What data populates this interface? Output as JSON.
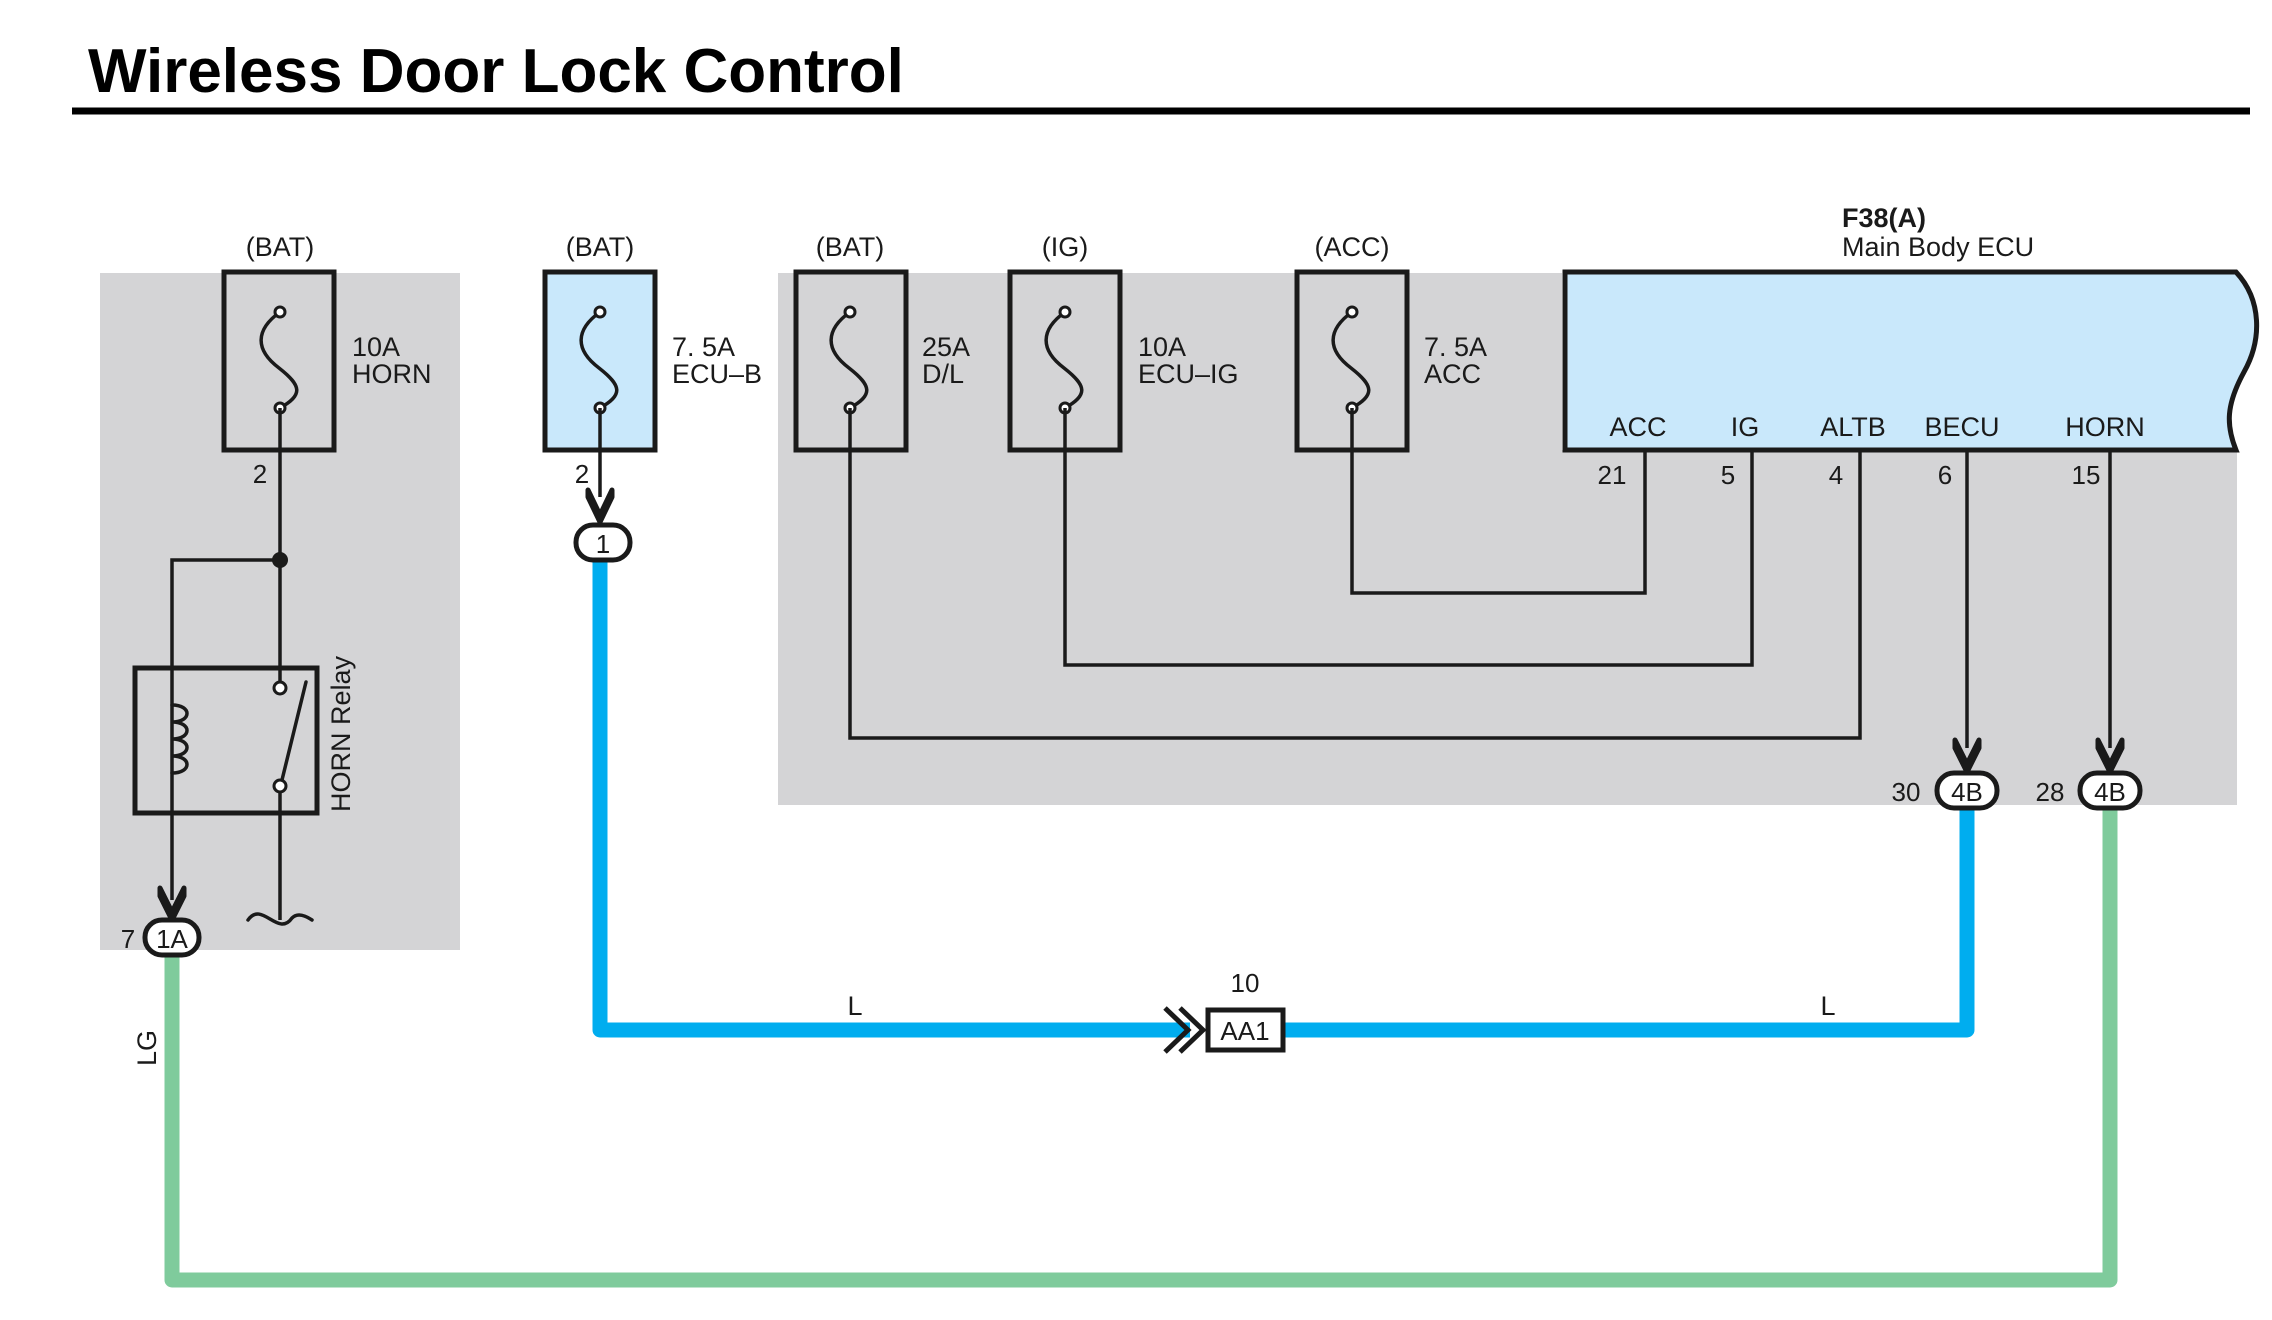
{
  "title": "Wireless Door Lock Control",
  "colors": {
    "shade": "#d4d4d6",
    "ecu_fill": "#c9e8fb",
    "wire_blue": "#00adef",
    "wire_green": "#7fcb9c",
    "line": "#1a1a1a"
  },
  "fuses": [
    {
      "source": "(BAT)",
      "rating": "10A",
      "name": "HORN",
      "pin": "2"
    },
    {
      "source": "(BAT)",
      "rating": "7. 5A",
      "name": "ECU–B",
      "pin": "2"
    },
    {
      "source": "(BAT)",
      "rating": "25A",
      "name": "D/L",
      "pin": ""
    },
    {
      "source": "(IG)",
      "rating": "10A",
      "name": "ECU–IG",
      "pin": ""
    },
    {
      "source": "(ACC)",
      "rating": "7. 5A",
      "name": "ACC",
      "pin": ""
    }
  ],
  "relay": {
    "name": "HORN Relay"
  },
  "ecu": {
    "code": "F38(A)",
    "name": "Main Body ECU",
    "terminals": [
      {
        "name": "ACC",
        "pin": "21"
      },
      {
        "name": "IG",
        "pin": "5"
      },
      {
        "name": "ALTB",
        "pin": "4"
      },
      {
        "name": "BECU",
        "pin": "6"
      },
      {
        "name": "HORN",
        "pin": "15"
      }
    ]
  },
  "connectors": {
    "c1": {
      "label": "1",
      "pin": ""
    },
    "c1a": {
      "label": "1A",
      "pin": "7"
    },
    "c4b_becu": {
      "label": "4B",
      "pin": "30"
    },
    "c4b_horn": {
      "label": "4B",
      "pin": "28"
    },
    "aa1": {
      "label": "AA1",
      "pin": "10"
    }
  },
  "wire_colors": {
    "left_blue": "L",
    "right_blue": "L",
    "green": "LG"
  }
}
